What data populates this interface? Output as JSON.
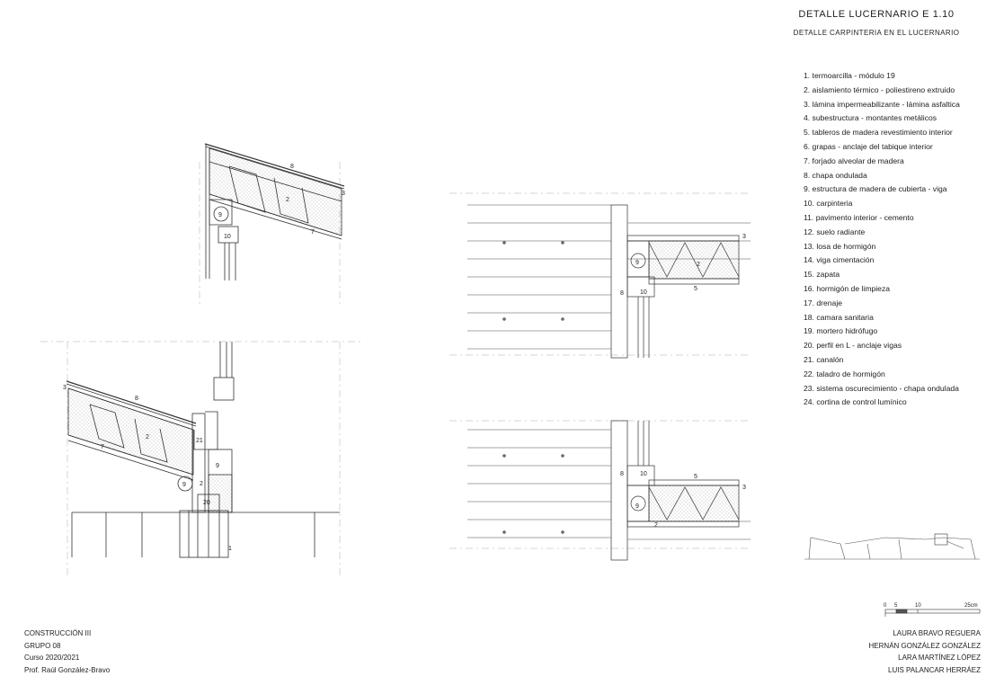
{
  "header": {
    "title": "DETALLE LUCERNARIO E 1.10",
    "subtitle": "DETALLE CARPINTERIA EN EL LUCERNARIO"
  },
  "legend": [
    "1. termoarcilla - módulo 19",
    "2. aislamiento térmico - poliestireno extruido",
    "3. lámina impermeabilizante - lámina asfaltica",
    "4. subestructura - montantes metálicos",
    "5. tableros de madera revestimiento interior",
    "6. grapas - anclaje del tabique interior",
    "7. forjado alveolar de madera",
    "8. chapa ondulada",
    "9. estructura de madera de cubierta - viga",
    "10. carpinteria",
    "11. pavimento interior - cemento",
    "12. suelo radiante",
    "13. losa de hormigón",
    "14. viga cimentación",
    "15. zapata",
    "16. hormigón de limpieza",
    "17. drenaje",
    "18. camara sanitaria",
    "19. mortero hidrófugo",
    "20. perfil en L - anclaje vigas",
    "21. canalón",
    "22. taladro de hormigón",
    "23. sistema oscurecimiento - chapa ondulada",
    "24. cortina de control lumínico"
  ],
  "scale_bar": {
    "labels": [
      "0",
      "5",
      "10",
      "25cm"
    ]
  },
  "course_info": [
    "CONSTRUCCIÓN III",
    "GRUPO 08",
    "Curso 2020/2021",
    "Prof. Raúl González-Bravo"
  ],
  "authors": [
    "LAURA BRAVO REGUERA",
    "HERNÁN GONZÁLEZ GONZÁLEZ",
    "LARA MARTÍNEZ LÓPEZ",
    "LUIS PALANCAR HERRÁEZ"
  ],
  "callouts": {
    "s1": {
      "c8": "8",
      "c3": "3",
      "c2": "2",
      "c9": "9",
      "c10": "10",
      "c7": "7"
    },
    "s2": {
      "c3": "3",
      "c8": "8",
      "c2": "2",
      "c7": "7",
      "c21": "21",
      "c9a": "9",
      "c9b": "9",
      "c2b": "2",
      "c20": "20",
      "c1": "1"
    },
    "p1": {
      "c3": "3",
      "c9": "9",
      "c2": "2",
      "c5": "5",
      "c8": "8",
      "c10": "10"
    },
    "p2": {
      "c8": "8",
      "c10": "10",
      "c5": "5",
      "c3": "3",
      "c9": "9",
      "c2": "2"
    }
  },
  "colors": {
    "line": "#333333",
    "thin": "#9a9a9a",
    "hatch": "#b0b0b0"
  }
}
